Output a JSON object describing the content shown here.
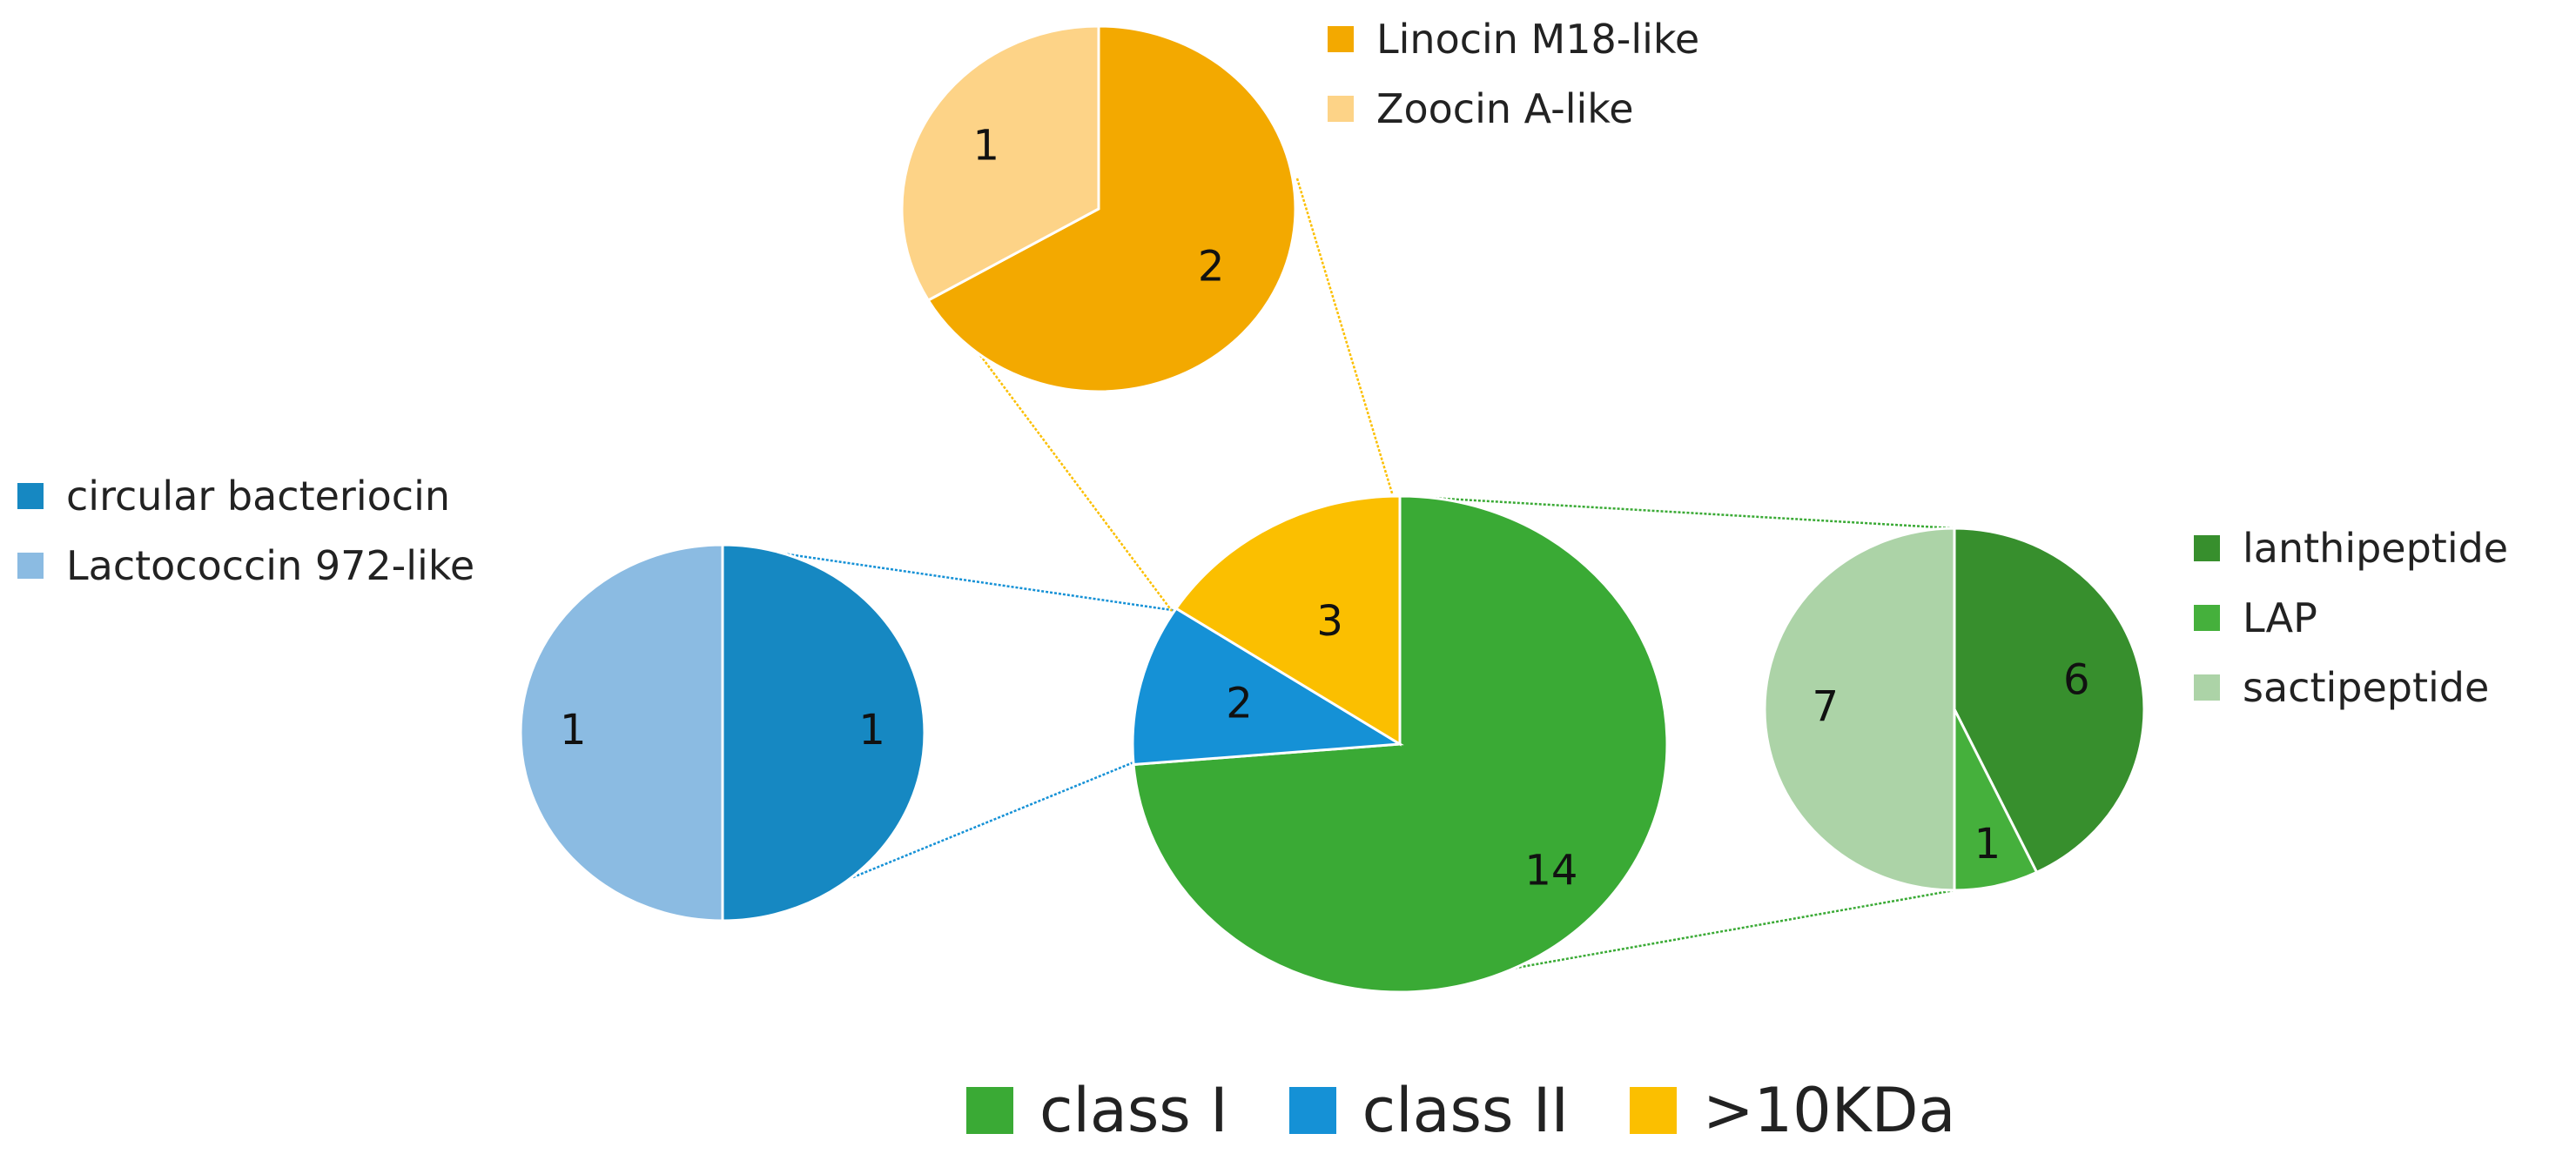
{
  "chart_data": [
    {
      "type": "pie",
      "role": "main",
      "categories": [
        "class I",
        "class II",
        ">10KDa"
      ],
      "values": [
        14,
        2,
        3
      ],
      "colors": [
        "#3aaa35",
        "#1591d6",
        "#fbbf00"
      ],
      "legend_placement": "bottom"
    },
    {
      "type": "pie",
      "role": "breakdown of class I",
      "categories": [
        "lanthipeptide",
        "LAP",
        "sactipeptide"
      ],
      "values": [
        6,
        1,
        7
      ],
      "colors": [
        "#378f2d",
        "#45b03c",
        "#acd3a7"
      ],
      "legend_placement": "right"
    },
    {
      "type": "pie",
      "role": "breakdown of class II",
      "categories": [
        "circular bacteriocin",
        "Lactococcin 972-like"
      ],
      "values": [
        1,
        1
      ],
      "colors": [
        "#1688c2",
        "#8bbbe2"
      ],
      "legend_placement": "top-left"
    },
    {
      "type": "pie",
      "role": "breakdown of >10KDa",
      "categories": [
        "Linocin M18-like",
        "Zoocin A-like"
      ],
      "values": [
        2,
        1
      ],
      "colors": [
        "#f3a900",
        "#fdd387"
      ],
      "legend_placement": "top-right"
    }
  ]
}
